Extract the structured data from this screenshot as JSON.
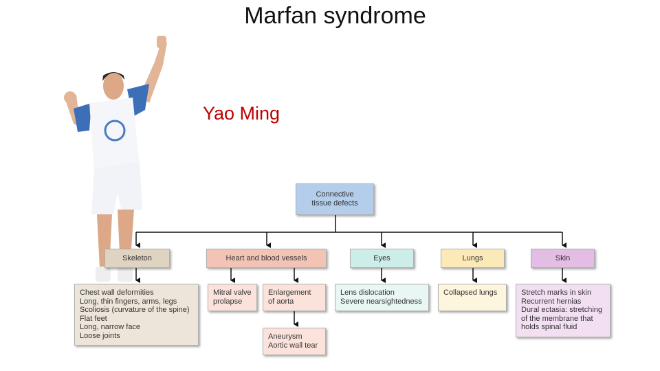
{
  "slide": {
    "title": "Marfan syndrome",
    "caption": "Yao Ming"
  },
  "diagram": {
    "root": "Connective\ntissue defects",
    "categories": [
      {
        "label": "Skeleton",
        "color": "#dfd3c1"
      },
      {
        "label": "Heart and blood vessels",
        "color": "#f3c4b6"
      },
      {
        "label": "Eyes",
        "color": "#cdeee8"
      },
      {
        "label": "Lungs",
        "color": "#fbe9b8"
      },
      {
        "label": "Skin",
        "color": "#e3bde3"
      }
    ],
    "details": {
      "skeleton": "Chest wall deformities\nLong, thin fingers, arms, legs\nScoliosis (curvature of the spine)\nFlat feet\nLong, narrow face\nLoose joints",
      "mitral": "Mitral valve\nprolapse",
      "aorta": "Enlargement\nof aorta",
      "aneurysm": "Aneurysm\nAortic wall tear",
      "eyes": "Lens dislocation\nSevere nearsightedness",
      "lungs": "Collapsed lungs",
      "skin": "Stretch marks in skin\nRecurrent hernias\nDural ectasia: stretching\n  of the membrane that\n  holds spinal fluid"
    },
    "colors": {
      "root": "#b3cdea",
      "skeleton_detail": "#ede5da",
      "heart_detail": "#fbe3dc",
      "eyes_detail": "#e9f7f4",
      "lungs_detail": "#fdf5dd",
      "skin_detail": "#f2e0f2"
    }
  }
}
